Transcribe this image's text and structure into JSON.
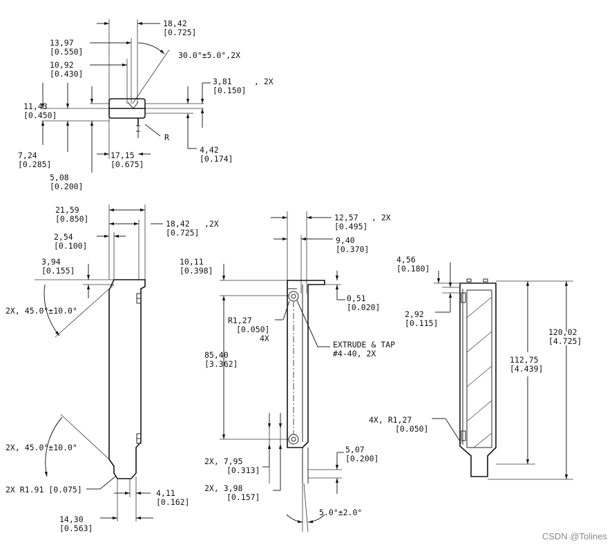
{
  "labels": {
    "v1_w": "18,42",
    "v1_w_in": "[0.725]",
    "v1_a": "13,97",
    "v1_a_in": "[0.550]",
    "v1_b": "10,92",
    "v1_b_in": "[0.430]",
    "v1_ang": "30.0°±5.0°,2X",
    "v1_c": "11,43",
    "v1_c_in": "[0.450]",
    "v1_d": "3,81",
    "v1_d_x": ", 2X",
    "v1_d_in": "[0.150]",
    "v1_r": "R",
    "v1_e": "7,24",
    "v1_e_in": "[0.285]",
    "v1_f": "17,15",
    "v1_f_in": "[0.675]",
    "v1_g": "4,42",
    "v1_g_in": "[0.174]",
    "v1_h": "5,08",
    "v1_h_in": "[0.200]",
    "v2_a": "21,59",
    "v2_a_in": "[0.850]",
    "v2_b": "18,42",
    "v2_b_x": ",2X",
    "v2_b_in": "[0.725]",
    "v2_c": "2,54",
    "v2_c_in": "[0.100]",
    "v2_d": "3,94",
    "v2_d_in": "[0.155]",
    "v2_ang1": "2X, 45.0°±10.0°",
    "v2_ang2": "2X, 45.0°±10.0°",
    "v2_r": "2X R1.91 [0.075]",
    "v2_e": "4,11",
    "v2_e_in": "[0.162]",
    "v2_f": "14,30",
    "v2_f_in": "[0.563]",
    "v3_a": "12,57",
    "v3_a_x": ", 2X",
    "v3_a_in": "[0.495]",
    "v3_b": "9,40",
    "v3_b_in": "[0.370]",
    "v3_c": "10,11",
    "v3_c_in": "[0.398]",
    "v3_d": "0,51",
    "v3_d_in": "[0.020]",
    "v3_r": "R1,27",
    "v3_r_in": "[0.050]",
    "v3_r_x": "4X",
    "v3_tap1": "EXTRUDE & TAP",
    "v3_tap2": "#4-40, 2X",
    "v3_e": "85,40",
    "v3_e_in": "[3.362]",
    "v3_f": "2X, 7,95",
    "v3_f_in": "[0.313]",
    "v3_g": "5,07",
    "v3_g_in": "[0.200]",
    "v3_h": "2X, 3,98",
    "v3_h_in": "[0.157]",
    "v3_ang": "5.0°±2.0°",
    "v4_a": "4,56",
    "v4_a_in": "[0.180]",
    "v4_b": "2,92",
    "v4_b_in": "[0.115]",
    "v4_c": "112,75",
    "v4_c_in": "[4.439]",
    "v4_d": "120,02",
    "v4_d_in": "[4.725]",
    "v4_r": "4X, R1,27",
    "v4_r_in": "[0.050]"
  },
  "watermark": "CSDN @Tolines"
}
